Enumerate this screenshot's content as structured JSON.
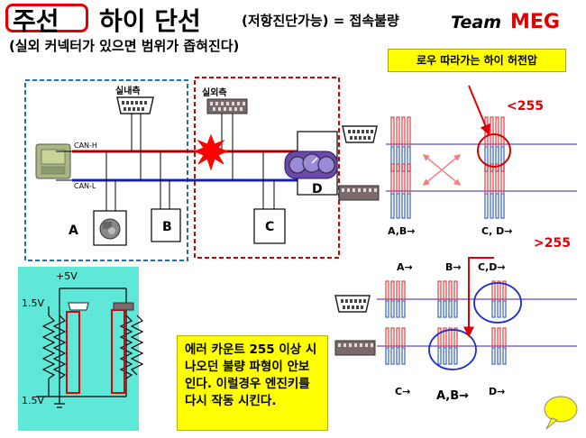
{
  "header": {
    "title_boxed": "주선",
    "title_rest": "하이 단선",
    "title_paren": "(저항진단가능) = 접속불량",
    "brand_team": "Team",
    "brand_meg": "MEG"
  },
  "subtitle": "(실외 커넥터가 있으면 범위가 좁혀진다)",
  "callout_top": "로우 따라가는 하이 허전압",
  "diagram": {
    "label_indoor": "실내측",
    "label_outdoor": "실외측",
    "can_h": "CAN-H",
    "can_l": "CAN-L",
    "node_a": "A",
    "node_b": "B",
    "node_c": "C",
    "node_d": "D"
  },
  "waveforms": {
    "lt255": "<255",
    "gt255": ">255",
    "top_label_ab": "A,B→",
    "top_label_cd": "C, D→",
    "bot_label_a": "A→",
    "bot_label_b": "B→",
    "bot_label_cd": "C,D→",
    "bot_label_c": "C→",
    "bot_label_ab": "A,B→",
    "bot_label_d": "D→"
  },
  "voltage_divider": {
    "plus5v": "+5V",
    "v_top": "1.5V",
    "v_bot": "1.5V"
  },
  "note_text": "에러 카운트 255 이상 시 나오던 불량 파형이 안보인다. 이럴경우 엔진키를 다시 작동 시킨다.",
  "colors": {
    "accent_red": "#e00000",
    "can_h_wire": "#d00000",
    "can_l_wire": "#1a2bd0",
    "box_blue": "#1a6fc0",
    "highlight_yellow": "#ffff00",
    "panel_teal": "#5fe8d8"
  }
}
